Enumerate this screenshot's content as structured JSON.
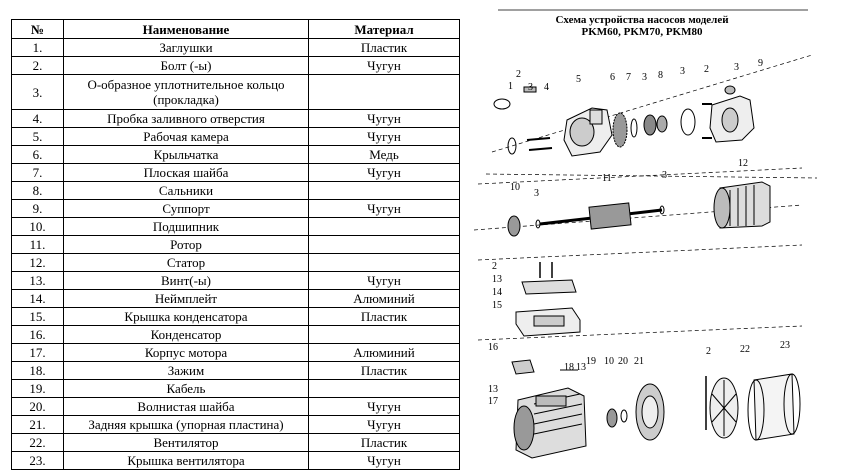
{
  "table": {
    "headers": {
      "num": "№",
      "name": "Наименование",
      "material": "Материал"
    },
    "rows": [
      {
        "num": "1.",
        "name": "Заглушки",
        "material": "Пластик"
      },
      {
        "num": "2.",
        "name": "Болт (-ы)",
        "material": "Чугун"
      },
      {
        "num": "3.",
        "name": "О-образное уплотнительное кольцо (прокладка)",
        "material": ""
      },
      {
        "num": "4.",
        "name": "Пробка заливного отверстия",
        "material": "Чугун"
      },
      {
        "num": "5.",
        "name": "Рабочая камера",
        "material": "Чугун"
      },
      {
        "num": "6.",
        "name": "Крыльчатка",
        "material": "Медь"
      },
      {
        "num": "7.",
        "name": "Плоская шайба",
        "material": "Чугун"
      },
      {
        "num": "8.",
        "name": "Сальники",
        "material": ""
      },
      {
        "num": "9.",
        "name": "Суппорт",
        "material": "Чугун"
      },
      {
        "num": "10.",
        "name": "Подшипник",
        "material": ""
      },
      {
        "num": "11.",
        "name": "Ротор",
        "material": ""
      },
      {
        "num": "12.",
        "name": "Статор",
        "material": ""
      },
      {
        "num": "13.",
        "name": "Винт(-ы)",
        "material": "Чугун"
      },
      {
        "num": "14.",
        "name": "Неймплейт",
        "material": "Алюминий"
      },
      {
        "num": "15.",
        "name": "Крышка конденсатора",
        "material": "Пластик"
      },
      {
        "num": "16.",
        "name": "Конденсатор",
        "material": ""
      },
      {
        "num": "17.",
        "name": "Корпус мотора",
        "material": "Алюминий"
      },
      {
        "num": "18.",
        "name": "Зажим",
        "material": "Пластик"
      },
      {
        "num": "19.",
        "name": "Кабель",
        "material": ""
      },
      {
        "num": "20.",
        "name": "Волнистая шайба",
        "material": "Чугун"
      },
      {
        "num": "21.",
        "name": "Задняя крышка (упорная пластина)",
        "material": "Чугун"
      },
      {
        "num": "22.",
        "name": "Вентилятор",
        "material": "Пластик"
      },
      {
        "num": "23.",
        "name": "Крышка вентилятора",
        "material": "Чугун"
      }
    ]
  },
  "diagram": {
    "title_line1": "Схема устройства насосов моделей",
    "title_line2": "PKM60, PKM70, PKM80",
    "callouts": {
      "top": [
        "1",
        "2",
        "3",
        "4",
        "5",
        "6",
        "7",
        "3",
        "8",
        "3",
        "2",
        "3",
        "9"
      ],
      "middle": [
        "10",
        "3",
        "11",
        "3",
        "12"
      ],
      "left": [
        "2",
        "13",
        "14",
        "15"
      ],
      "bottom": [
        "16",
        "13",
        "17",
        "18",
        "13",
        "19",
        "10",
        "20",
        "21",
        "2",
        "22",
        "23"
      ]
    }
  }
}
